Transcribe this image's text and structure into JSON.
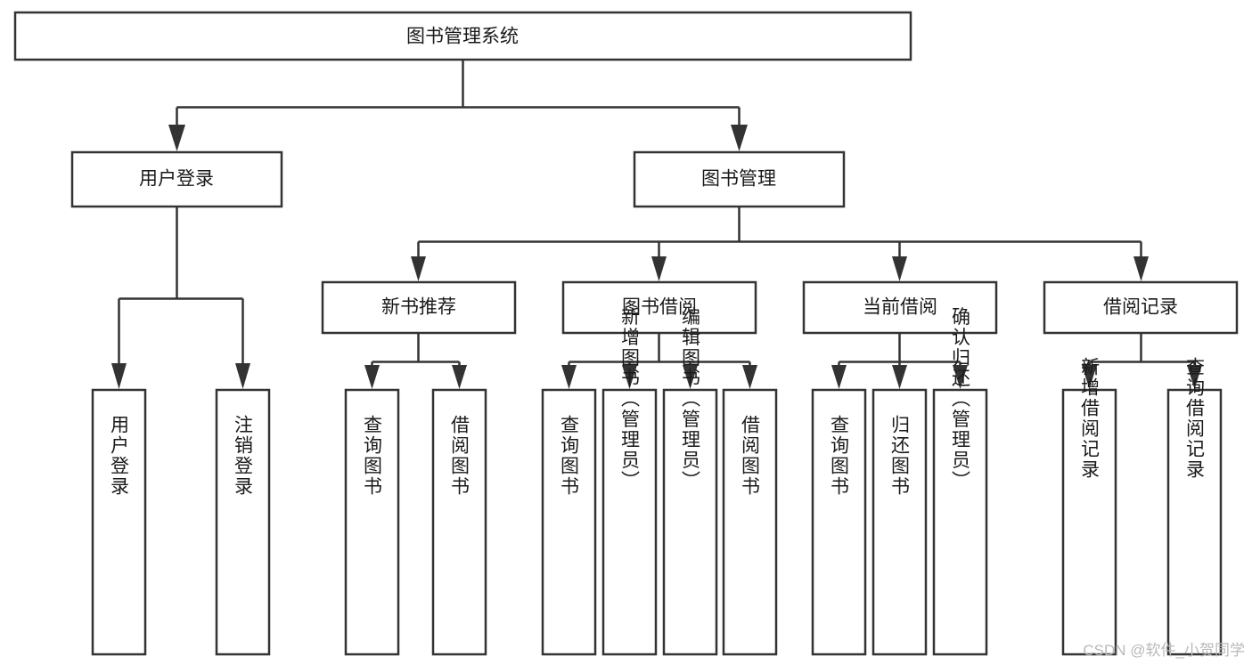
{
  "diagram": {
    "title": "图书管理系统",
    "type": "tree-hierarchy",
    "root": {
      "id": "root",
      "label": "图书管理系统"
    },
    "level2": [
      {
        "id": "user-login",
        "label": "用户登录"
      },
      {
        "id": "book-management",
        "label": "图书管理"
      }
    ],
    "level3": [
      {
        "id": "new-book-recommend",
        "label": "新书推荐",
        "parent": "book-management"
      },
      {
        "id": "book-borrow",
        "label": "图书借阅",
        "parent": "book-management"
      },
      {
        "id": "current-borrow",
        "label": "当前借阅",
        "parent": "book-management"
      },
      {
        "id": "borrow-record",
        "label": "借阅记录",
        "parent": "book-management"
      }
    ],
    "leaves": {
      "user-login": [
        {
          "id": "leaf-user-login",
          "label": "用户登录"
        },
        {
          "id": "leaf-logout",
          "label": "注销登录"
        }
      ],
      "new-book-recommend": [
        {
          "id": "leaf-query-book-1",
          "label": "查询图书"
        },
        {
          "id": "leaf-borrow-book-1",
          "label": "借阅图书"
        }
      ],
      "book-borrow": [
        {
          "id": "leaf-query-book-2",
          "label": "查询图书"
        },
        {
          "id": "leaf-add-book",
          "label": "新增图书（管理员）"
        },
        {
          "id": "leaf-edit-book",
          "label": "编辑图书（管理员）"
        },
        {
          "id": "leaf-borrow-book-2",
          "label": "借阅图书"
        }
      ],
      "current-borrow": [
        {
          "id": "leaf-query-book-3",
          "label": "查询图书"
        },
        {
          "id": "leaf-return-book",
          "label": "归还图书"
        },
        {
          "id": "leaf-confirm-return",
          "label": "确认归还（管理员）"
        }
      ],
      "borrow-record": [
        {
          "id": "leaf-add-record",
          "label": "新增借阅记录"
        },
        {
          "id": "leaf-query-record",
          "label": "查询借阅记录"
        }
      ]
    }
  },
  "watermark": {
    "text": "CSDN @软件_小贺同学"
  },
  "colors": {
    "stroke": "#333333",
    "box_fill": "#ffffff",
    "text": "#1a1a1a",
    "watermark": "#b9b9b9",
    "background": "#ffffff"
  }
}
